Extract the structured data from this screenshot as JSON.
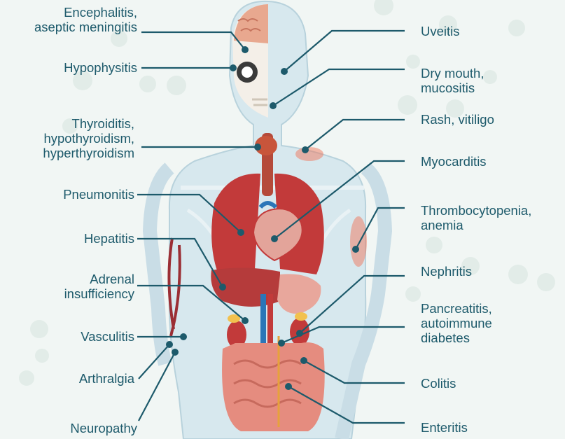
{
  "colors": {
    "background": "#f1f6f4",
    "dots": "#e2ece8",
    "leader_line": "#1d5a6b",
    "label_text": "#1d5a6b",
    "body_outline": "#c9dde6",
    "organ_red": "#c23a3a",
    "liver": "#b53b3b",
    "intestine": "#e58c7f",
    "inflammation": "#f26a4b"
  },
  "labels_left": [
    {
      "id": "encephalitis",
      "text": "Encephalitis,\naseptic meningitis"
    },
    {
      "id": "hypophysitis",
      "text": "Hypophysitis"
    },
    {
      "id": "thyroiditis",
      "text": "Thyroiditis,\nhypothyroidism,\nhyperthyroidism"
    },
    {
      "id": "pneumonitis",
      "text": "Pneumonitis"
    },
    {
      "id": "hepatitis",
      "text": "Hepatitis"
    },
    {
      "id": "adrenal",
      "text": "Adrenal\ninsufficiency"
    },
    {
      "id": "vasculitis",
      "text": "Vasculitis"
    },
    {
      "id": "arthralgia",
      "text": "Arthralgia"
    },
    {
      "id": "neuropathy",
      "text": "Neuropathy"
    }
  ],
  "labels_right": [
    {
      "id": "uveitis",
      "text": "Uveitis"
    },
    {
      "id": "dry_mouth",
      "text": "Dry mouth,\nmucositis"
    },
    {
      "id": "rash",
      "text": "Rash, vitiligo"
    },
    {
      "id": "myocarditis",
      "text": "Myocarditis"
    },
    {
      "id": "thrombocytopenia",
      "text": "Thrombocytopenia,\nanemia"
    },
    {
      "id": "nephritis",
      "text": "Nephritis"
    },
    {
      "id": "pancreatitis",
      "text": "Pancreatitis,\nautoimmune\ndiabetes"
    },
    {
      "id": "colitis",
      "text": "Colitis"
    },
    {
      "id": "enteritis",
      "text": "Enteritis"
    }
  ]
}
